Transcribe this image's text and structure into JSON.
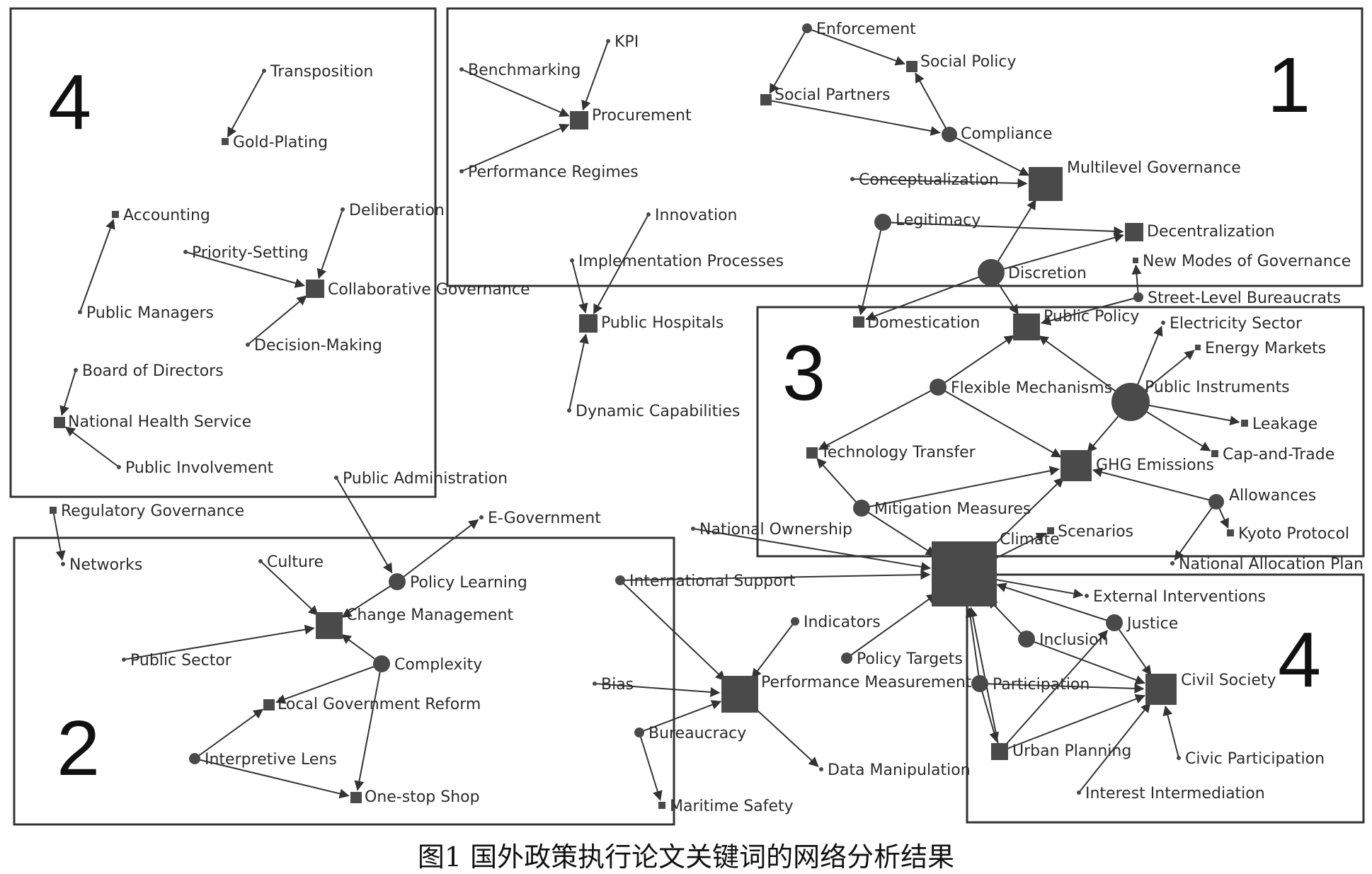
{
  "caption": "图1 国外政策执行论文关键词的网络分析结果",
  "colors": {
    "node": "#4a4a4a",
    "edge": "#333333",
    "box": "#333333"
  },
  "clusters": [
    {
      "id": "c4a",
      "label": "4"
    },
    {
      "id": "c1",
      "label": "1"
    },
    {
      "id": "c3",
      "label": "3"
    },
    {
      "id": "c2",
      "label": "2"
    },
    {
      "id": "c4b",
      "label": "4"
    }
  ],
  "nodes": [
    {
      "id": "transposition",
      "label": "Transposition"
    },
    {
      "id": "goldplating",
      "label": "Gold-Plating"
    },
    {
      "id": "accounting",
      "label": "Accounting"
    },
    {
      "id": "deliberation",
      "label": "Deliberation"
    },
    {
      "id": "prioritysetting",
      "label": "Priority-Setting"
    },
    {
      "id": "collabgov",
      "label": "Collaborative Governance"
    },
    {
      "id": "publicmanagers",
      "label": "Public Managers"
    },
    {
      "id": "decisionmaking",
      "label": "Decision-Making"
    },
    {
      "id": "boarddirectors",
      "label": "Board of Directors"
    },
    {
      "id": "nhs",
      "label": "National Health Service"
    },
    {
      "id": "publicinvolvement",
      "label": "Public Involvement"
    },
    {
      "id": "kpi",
      "label": "KPI"
    },
    {
      "id": "benchmarking",
      "label": "Benchmarking"
    },
    {
      "id": "procurement",
      "label": "Procurement"
    },
    {
      "id": "perfregimes",
      "label": "Performance Regimes"
    },
    {
      "id": "enforcement",
      "label": "Enforcement"
    },
    {
      "id": "socialpolicy",
      "label": "Social Policy"
    },
    {
      "id": "socialpartners",
      "label": "Social Partners"
    },
    {
      "id": "compliance",
      "label": "Compliance"
    },
    {
      "id": "multilevel",
      "label": "Multilevel Governance"
    },
    {
      "id": "conceptualization",
      "label": "Conceptualization"
    },
    {
      "id": "legitimacy",
      "label": "Legitimacy"
    },
    {
      "id": "decentralization",
      "label": "Decentralization"
    },
    {
      "id": "discretion",
      "label": "Discretion"
    },
    {
      "id": "newmodes",
      "label": "New Modes of Governance"
    },
    {
      "id": "streetlevel",
      "label": "Street-Level Bureaucrats"
    },
    {
      "id": "innovation",
      "label": "Innovation"
    },
    {
      "id": "implprocesses",
      "label": "Implementation Processes"
    },
    {
      "id": "publichospitals",
      "label": "Public Hospitals"
    },
    {
      "id": "dynamiccap",
      "label": "Dynamic Capabilities"
    },
    {
      "id": "domestication",
      "label": "Domestication"
    },
    {
      "id": "publicpolicy",
      "label": "Public Policy"
    },
    {
      "id": "electricity",
      "label": "Electricity Sector"
    },
    {
      "id": "energymarkets",
      "label": "Energy Markets"
    },
    {
      "id": "flexmech",
      "label": "Flexible Mechanisms"
    },
    {
      "id": "publicinstruments",
      "label": "Public Instruments"
    },
    {
      "id": "leakage",
      "label": "Leakage"
    },
    {
      "id": "techtransfer",
      "label": "Technology Transfer"
    },
    {
      "id": "ghg",
      "label": "GHG Emissions"
    },
    {
      "id": "capandtrade",
      "label": "Cap-and-Trade"
    },
    {
      "id": "mitigation",
      "label": "Mitigation Measures"
    },
    {
      "id": "allowances",
      "label": "Allowances"
    },
    {
      "id": "scenarios",
      "label": "Scenarios"
    },
    {
      "id": "kyoto",
      "label": "Kyoto Protocol"
    },
    {
      "id": "climate",
      "label": "Climate"
    },
    {
      "id": "nap",
      "label": "National Allocation Plan"
    },
    {
      "id": "natownership",
      "label": "National Ownership"
    },
    {
      "id": "intlsupport",
      "label": "International Support"
    },
    {
      "id": "extinterventions",
      "label": "External Interventions"
    },
    {
      "id": "justice",
      "label": "Justice"
    },
    {
      "id": "inclusion",
      "label": "Inclusion"
    },
    {
      "id": "indicators",
      "label": "Indicators"
    },
    {
      "id": "policytargets",
      "label": "Policy Targets"
    },
    {
      "id": "perfmeasurement",
      "label": "Performance Measurement"
    },
    {
      "id": "participation",
      "label": "Participation"
    },
    {
      "id": "civilsociety",
      "label": "Civil Society"
    },
    {
      "id": "bias",
      "label": "Bias"
    },
    {
      "id": "bureaucracy",
      "label": "Bureaucracy"
    },
    {
      "id": "urbanplanning",
      "label": "Urban Planning"
    },
    {
      "id": "civicparticipation",
      "label": "Civic Participation"
    },
    {
      "id": "datamanipulation",
      "label": "Data Manipulation"
    },
    {
      "id": "interestinterm",
      "label": "Interest Intermediation"
    },
    {
      "id": "maritime",
      "label": "Maritime Safety"
    },
    {
      "id": "publicadmin",
      "label": "Public Administration"
    },
    {
      "id": "regulatorygov",
      "label": "Regulatory Governance"
    },
    {
      "id": "egov",
      "label": "E-Government"
    },
    {
      "id": "networks",
      "label": "Networks"
    },
    {
      "id": "culture",
      "label": "Culture"
    },
    {
      "id": "policylearning",
      "label": "Policy Learning"
    },
    {
      "id": "changemgmt",
      "label": "Change Management"
    },
    {
      "id": "publicsector",
      "label": "Public Sector"
    },
    {
      "id": "complexity",
      "label": "Complexity"
    },
    {
      "id": "localgovreform",
      "label": "Local Government Reform"
    },
    {
      "id": "interpretivelens",
      "label": "Interpretive Lens"
    },
    {
      "id": "onestop",
      "label": "One-stop Shop"
    }
  ],
  "edges": [
    [
      "transposition",
      "goldplating"
    ],
    [
      "publicmanagers",
      "accounting"
    ],
    [
      "deliberation",
      "collabgov"
    ],
    [
      "prioritysetting",
      "collabgov"
    ],
    [
      "decisionmaking",
      "collabgov"
    ],
    [
      "boarddirectors",
      "nhs"
    ],
    [
      "publicinvolvement",
      "nhs"
    ],
    [
      "kpi",
      "procurement"
    ],
    [
      "benchmarking",
      "procurement"
    ],
    [
      "perfregimes",
      "procurement"
    ],
    [
      "enforcement",
      "socialpolicy"
    ],
    [
      "enforcement",
      "socialpartners"
    ],
    [
      "compliance",
      "socialpolicy"
    ],
    [
      "socialpartners",
      "compliance"
    ],
    [
      "compliance",
      "multilevel"
    ],
    [
      "conceptualization",
      "multilevel"
    ],
    [
      "legitimacy",
      "decentralization"
    ],
    [
      "legitimacy",
      "domestication"
    ],
    [
      "discretion",
      "multilevel"
    ],
    [
      "discretion",
      "decentralization"
    ],
    [
      "discretion",
      "publicpolicy"
    ],
    [
      "discretion",
      "domestication"
    ],
    [
      "streetlevel",
      "newmodes"
    ],
    [
      "streetlevel",
      "publicpolicy"
    ],
    [
      "innovation",
      "publichospitals"
    ],
    [
      "implprocesses",
      "publichospitals"
    ],
    [
      "dynamiccap",
      "publichospitals"
    ],
    [
      "flexmech",
      "publicpolicy"
    ],
    [
      "publicinstruments",
      "publicpolicy"
    ],
    [
      "publicinstruments",
      "electricity"
    ],
    [
      "publicinstruments",
      "energymarkets"
    ],
    [
      "publicinstruments",
      "leakage"
    ],
    [
      "publicinstruments",
      "capandtrade"
    ],
    [
      "publicinstruments",
      "ghg"
    ],
    [
      "flexmech",
      "ghg"
    ],
    [
      "flexmech",
      "techtransfer"
    ],
    [
      "mitigation",
      "ghg"
    ],
    [
      "allowances",
      "ghg"
    ],
    [
      "allowances",
      "kyoto"
    ],
    [
      "allowances",
      "nap"
    ],
    [
      "climate",
      "ghg"
    ],
    [
      "climate",
      "scenarios"
    ],
    [
      "mitigation",
      "techtransfer"
    ],
    [
      "mitigation",
      "climate"
    ],
    [
      "natownership",
      "climate"
    ],
    [
      "intlsupport",
      "climate"
    ],
    [
      "intlsupport",
      "perfmeasurement"
    ],
    [
      "climate",
      "extinterventions"
    ],
    [
      "justice",
      "climate"
    ],
    [
      "justice",
      "civilsociety"
    ],
    [
      "inclusion",
      "climate"
    ],
    [
      "inclusion",
      "civilsociety"
    ],
    [
      "participation",
      "climate"
    ],
    [
      "participation",
      "civilsociety"
    ],
    [
      "participation",
      "urbanplanning"
    ],
    [
      "urbanplanning",
      "climate"
    ],
    [
      "urbanplanning",
      "justice"
    ],
    [
      "urbanplanning",
      "civilsociety"
    ],
    [
      "civicparticipation",
      "civilsociety"
    ],
    [
      "interestinterm",
      "civilsociety"
    ],
    [
      "indicators",
      "perfmeasurement"
    ],
    [
      "policytargets",
      "climate"
    ],
    [
      "perfmeasurement",
      "datamanipulation"
    ],
    [
      "bias",
      "perfmeasurement"
    ],
    [
      "bureaucracy",
      "perfmeasurement"
    ],
    [
      "bureaucracy",
      "maritime"
    ],
    [
      "regulatorygov",
      "networks"
    ],
    [
      "publicadmin",
      "policylearning"
    ],
    [
      "policylearning",
      "egov"
    ],
    [
      "policylearning",
      "changemgmt"
    ],
    [
      "culture",
      "changemgmt"
    ],
    [
      "publicsector",
      "changemgmt"
    ],
    [
      "complexity",
      "changemgmt"
    ],
    [
      "complexity",
      "localgovreform"
    ],
    [
      "complexity",
      "onestop"
    ],
    [
      "interpretivelens",
      "localgovreform"
    ],
    [
      "interpretivelens",
      "onestop"
    ]
  ]
}
